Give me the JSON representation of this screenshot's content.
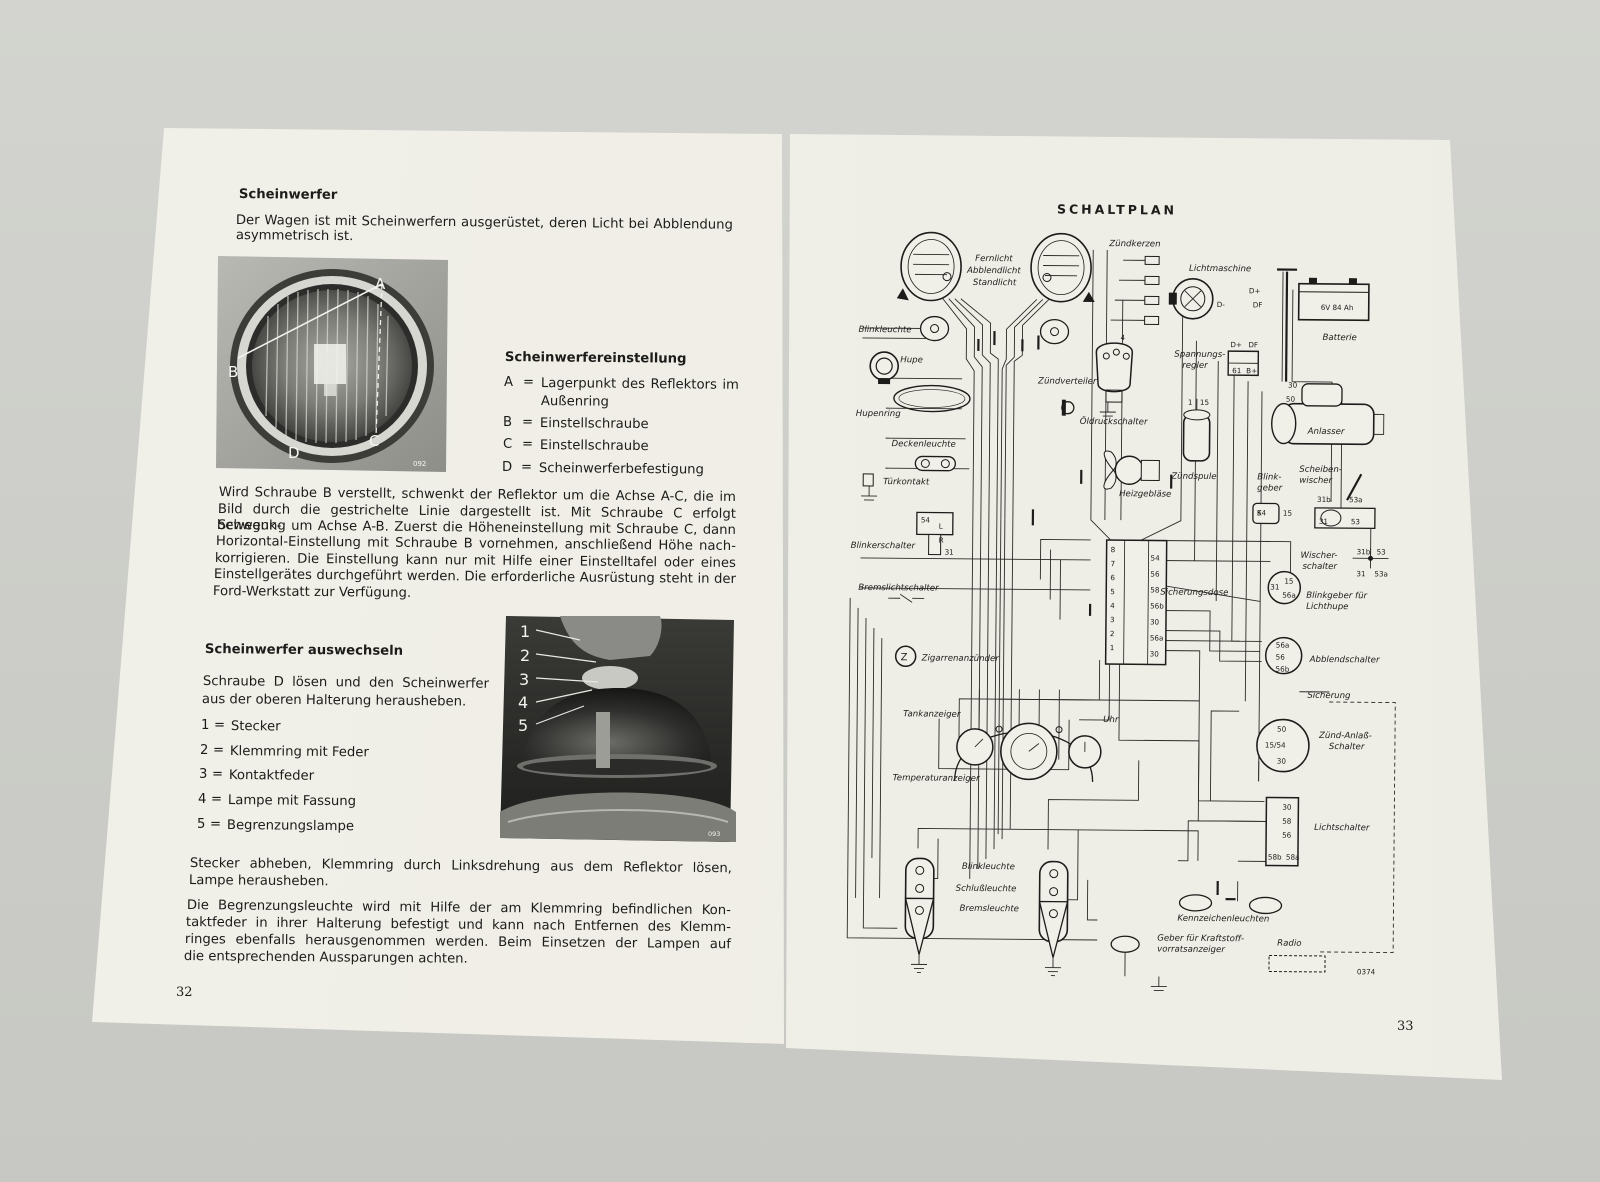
{
  "left_page": {
    "section1": {
      "title": "Scheinwerfer",
      "lines": [
        "Der Wagen ist mit Scheinwerfern ausgerüstet, deren Licht bei Abblendung",
        "asymmetrisch ist."
      ]
    },
    "photo1": {
      "labels": [
        "A",
        "B",
        "C",
        "D"
      ],
      "ref": "092"
    },
    "section2": {
      "title": "Scheinwerfereinstellung",
      "items": [
        {
          "key": "A",
          "sep": "=",
          "text": "Lagerpunkt des Reflektors im",
          "text2": "Außenring"
        },
        {
          "key": "B",
          "sep": "=",
          "text": "Einstellschraube"
        },
        {
          "key": "C",
          "sep": "=",
          "text": "Einstellschraube"
        },
        {
          "key": "D",
          "sep": "=",
          "text": "Scheinwerferbefestigung"
        }
      ],
      "paragraph": [
        "Wird Schraube B verstellt, schwenkt der Reflektor um die Achse A-C, die im",
        "Bild durch die gestrichelte Linie dargestellt ist. Mit Schraube C erfolgt Schwenk-",
        "bewegung um Achse A-B. Zuerst die Höheneinstellung mit Schraube C, dann",
        "Horizontal-Einstellung mit Schraube B vornehmen, anschließend Höhe nach-",
        "korrigieren. Die Einstellung kann nur mit Hilfe einer Einstelltafel oder eines",
        "Einstellgerätes durchgeführt werden. Die erforderliche Ausrüstung steht in der",
        "Ford-Werkstatt zur Verfügung."
      ]
    },
    "section3": {
      "title": "Scheinwerfer auswechseln",
      "intro": [
        "Schraube D lösen und den Scheinwerfer",
        "aus der oberen Halterung herausheben."
      ],
      "items": [
        {
          "num": "1",
          "sep": "=",
          "text": "Stecker"
        },
        {
          "num": "2",
          "sep": "=",
          "text": "Klemmring mit Feder"
        },
        {
          "num": "3",
          "sep": "=",
          "text": "Kontaktfeder"
        },
        {
          "num": "4",
          "sep": "=",
          "text": "Lampe mit Fassung"
        },
        {
          "num": "5",
          "sep": "=",
          "text": "Begrenzungslampe"
        }
      ],
      "para1": [
        "Stecker abheben, Klemmring durch Linksdrehung aus dem Reflektor lösen,",
        "Lampe herausheben."
      ],
      "para2": [
        "Die Begrenzungsleuchte wird mit Hilfe der am Klemmring befindlichen Kon-",
        "taktfeder in ihrer Halterung befestigt und kann nach Entfernen des Klemm-",
        "ringes ebenfalls herausgenommen werden. Beim Einsetzen der Lampen auf",
        "die entsprechenden Aussparungen achten."
      ]
    },
    "photo2": {
      "labels": [
        "1",
        "2",
        "3",
        "4",
        "5"
      ],
      "ref": "093"
    },
    "page_number": "32"
  },
  "right_page": {
    "title": "SCHALTPLAN",
    "page_number": "33",
    "labels": {
      "fernlicht": "Fernlicht",
      "abblendlicht": "Abblendlicht",
      "standlicht": "Standlicht",
      "zuendkerzen": "Zündkerzen",
      "lichtmaschine": "Lichtmaschine",
      "batterie": "Batterie",
      "battery_spec": "6V 84 Ah",
      "blinkleuchte": "Blinkleuchte",
      "hupe": "Hupe",
      "hupenring": "Hupenring",
      "zuendverteiler": "Zündverteiler",
      "spannungsregler_1": "Spannungs-",
      "spannungsregler_2": "regler",
      "anlasser": "Anlasser",
      "oeldruckschalter": "Öldruckschalter",
      "deckenleuchte": "Deckenleuchte",
      "tuerkontakt": "Türkontakt",
      "zuendspule": "Zündspule",
      "heizgeblaese": "Heizgebläse",
      "blinkgeber_1": "Blink-",
      "blinkgeber_2": "geber",
      "scheibenwischer_1": "Scheiben-",
      "scheibenwischer_2": "wischer",
      "blinkerschalter": "Blinkerschalter",
      "wischerschalter_1": "Wischer-",
      "wischerschalter_2": "schalter",
      "bremslichtschalter": "Bremslichtschalter",
      "sicherungsdose": "Sicherungsdose",
      "blinkgeber_lichthupe_1": "Blinkgeber für",
      "blinkgeber_lichthupe_2": "Lichthupe",
      "zigarrenanzuender": "Zigarrenanzünder",
      "abblendschalter": "Abblendschalter",
      "sicherung": "Sicherung",
      "tankanzeiger": "Tankanzeiger",
      "uhr": "Uhr",
      "zuend_anlass_1": "Zünd-Anlaß-",
      "zuend_anlass_2": "Schalter",
      "temperaturanzeiger": "Temperaturanzeiger",
      "lichtschalter": "Lichtschalter",
      "blinkleuchte_rear": "Blinkleuchte",
      "schlussleuchte": "Schlußleuchte",
      "bremsleuchte": "Bremsleuchte",
      "kennzeichenleuchten": "Kennzeichenleuchten",
      "geber_1": "Geber für Kraftstoff-",
      "geber_2": "vorratsanzeiger",
      "radio": "Radio",
      "drawing_ref": "0374"
    },
    "terminals": {
      "fuse_box_left": [
        "8",
        "7",
        "6",
        "5",
        "4",
        "3",
        "2",
        "1"
      ],
      "fuse_box_right": [
        "54",
        "56",
        "58",
        "56b",
        "30",
        "56a",
        "30"
      ],
      "lichtschalter": [
        "30",
        "58",
        "56",
        "58b",
        "58a"
      ],
      "zuend_anlass": [
        "50",
        "15/54",
        "30"
      ],
      "abblendschalter": [
        "56a",
        "56",
        "56b"
      ],
      "blinkgeber_lichthupe": [
        "31",
        "15",
        "56a"
      ],
      "wischer": [
        "31b",
        "53a",
        "31",
        "53"
      ],
      "wischerschalter": [
        "31b",
        "53",
        "31",
        "53a"
      ],
      "blinkerschalter": [
        "54",
        "L",
        "R",
        "31"
      ],
      "regler": [
        "D+",
        "DF",
        "61",
        "B+"
      ],
      "lichtmaschine": [
        "D+",
        "DF",
        "D-"
      ],
      "anlasser": [
        "30",
        "50"
      ],
      "blinkgeber": [
        "54",
        "15",
        "K"
      ],
      "zuendspule": [
        "1",
        "15"
      ],
      "verteiler": [
        "4"
      ]
    }
  }
}
